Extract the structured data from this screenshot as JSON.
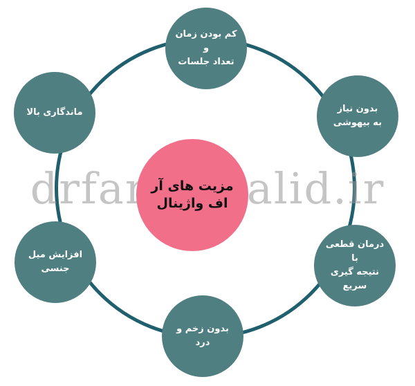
{
  "center": {
    "title": "مزیت های آر اف واژینال"
  },
  "watermark": {
    "text": "drfaribahalid.ir"
  },
  "nodes": {
    "top": "کم بودن زمان و\nتعداد جلسات",
    "upper_right": "بدون نیاز\nبه بیهوشی",
    "lower_right": "درمان قطعی با\nنتیجه گیری سریع",
    "bottom": "بدون زخم و درد",
    "lower_left": "افزایش میل جنسی",
    "upper_left": "ماندگاری بالا"
  },
  "colors": {
    "ring": "#1f5f6e",
    "node_fill": "#4f7f80",
    "center_fill": "#f26f8a",
    "node_text": "#ffffff"
  }
}
